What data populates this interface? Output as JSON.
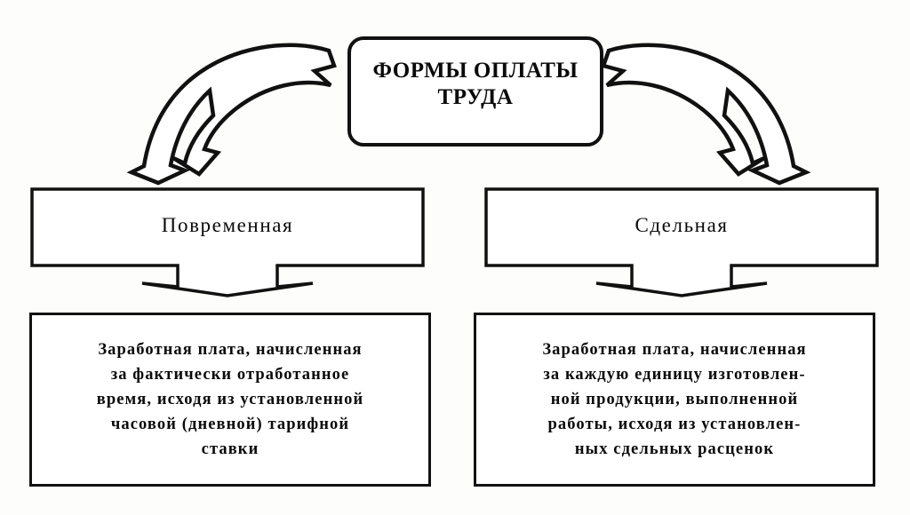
{
  "diagram": {
    "title_box": {
      "text": "ФОРМЫ ОПЛАТЫ\nТРУДА"
    },
    "branches": [
      {
        "label": "Повременная",
        "description": "Заработная плата, начисленная\nза фактически отработанное\nвремя, исходя из установленной\nчасовой (дневной) тарифной\nставки"
      },
      {
        "label": "Сдельная",
        "description": "Заработная плата, начисленная\nза каждую единицу изготовлен-\nной продукции, выполненной\nработы, исходя из установлен-\nных сдельных расценок"
      }
    ],
    "connectors": {
      "curved_left": "curved-arrow-down-left",
      "curved_right": "curved-arrow-down-right",
      "straight_left": "arrow-down",
      "straight_right": "arrow-down"
    },
    "colors": {
      "ink": "#111111",
      "paper": "#fdfdfb"
    }
  }
}
